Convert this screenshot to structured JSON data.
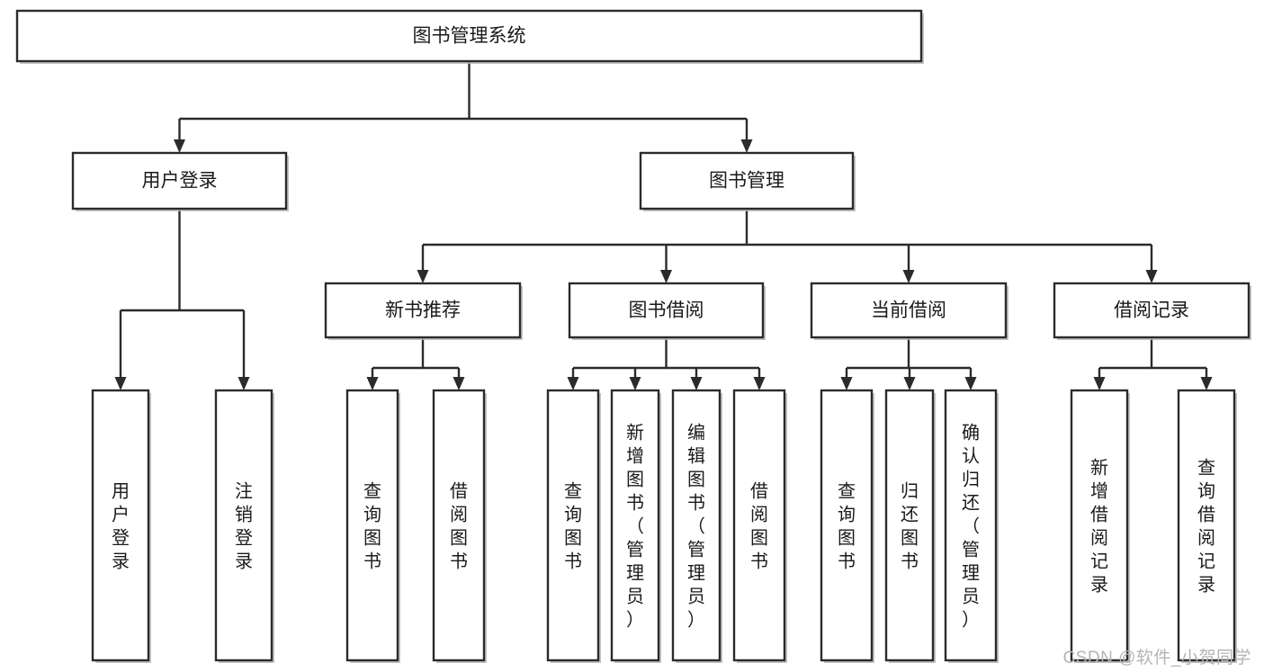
{
  "diagram": {
    "title": "图书管理系统",
    "type": "tree",
    "watermark": "CSDN @软件_小贺同学",
    "colors": {
      "stroke": "#2b2b2b",
      "fill": "#ffffff",
      "text": "#1a1a1a",
      "watermark": "#b4b4b4"
    },
    "root": {
      "label": "图书管理系统"
    },
    "level2": [
      {
        "label": "用户登录"
      },
      {
        "label": "图书管理"
      }
    ],
    "level3": [
      {
        "label": "新书推荐"
      },
      {
        "label": "图书借阅"
      },
      {
        "label": "当前借阅"
      },
      {
        "label": "借阅记录"
      }
    ],
    "leaves": {
      "user_login": [
        {
          "label": "用户登录"
        },
        {
          "label": "注销登录"
        }
      ],
      "new_book": [
        {
          "label": "查询图书"
        },
        {
          "label": "借阅图书"
        }
      ],
      "book_borrow": [
        {
          "label": "查询图书"
        },
        {
          "label": "新增图书（管理员）"
        },
        {
          "label": "编辑图书（管理员）"
        },
        {
          "label": "借阅图书"
        }
      ],
      "current_borrow": [
        {
          "label": "查询图书"
        },
        {
          "label": "归还图书"
        },
        {
          "label": "确认归还（管理员）"
        }
      ],
      "borrow_record": [
        {
          "label": "新增借阅记录"
        },
        {
          "label": "查询借阅记录"
        }
      ]
    }
  }
}
